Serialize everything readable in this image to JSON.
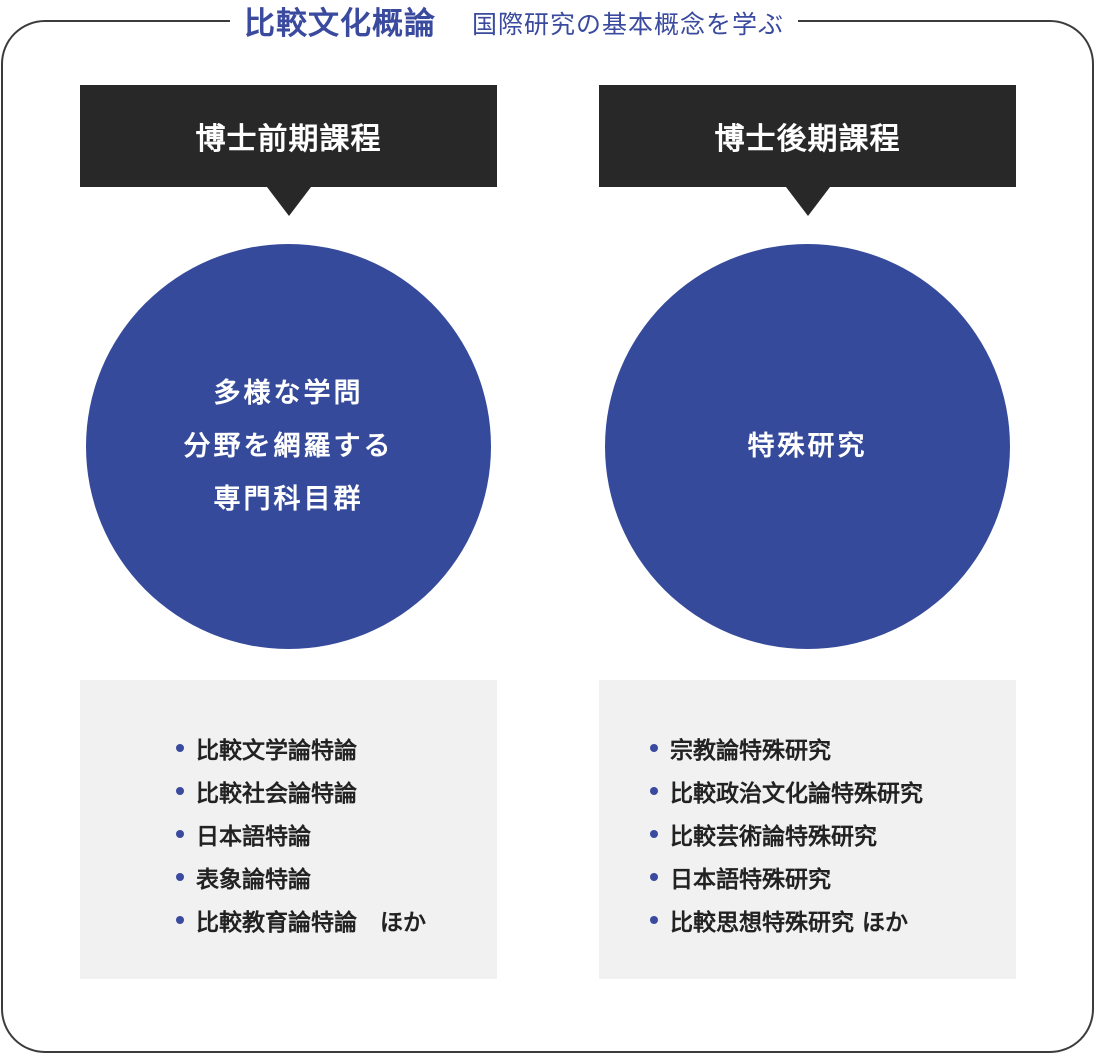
{
  "title": {
    "main": "比較文化概論",
    "sub": "国際研究の基本概念を学ぶ"
  },
  "colors": {
    "accent": "#3a4a9e",
    "circle": "#364a9b",
    "header_bg": "#282828",
    "list_bg": "#f1f1f1",
    "frame_border": "#3c3c3c"
  },
  "columns": [
    {
      "header": "博士前期課程",
      "circle_lines": [
        "多様な学問",
        "分野を網羅する",
        "専門科目群"
      ],
      "items": [
        "比較文学論特論",
        "比較社会論特論",
        "日本語特論",
        "表象論特論",
        "比較教育論特論　ほか"
      ]
    },
    {
      "header": "博士後期課程",
      "circle_lines": [
        "特殊研究"
      ],
      "items": [
        "宗教論特殊研究",
        "比較政治文化論特殊研究",
        "比較芸術論特殊研究",
        "日本語特殊研究",
        "比較思想特殊研究 ほか"
      ]
    }
  ]
}
